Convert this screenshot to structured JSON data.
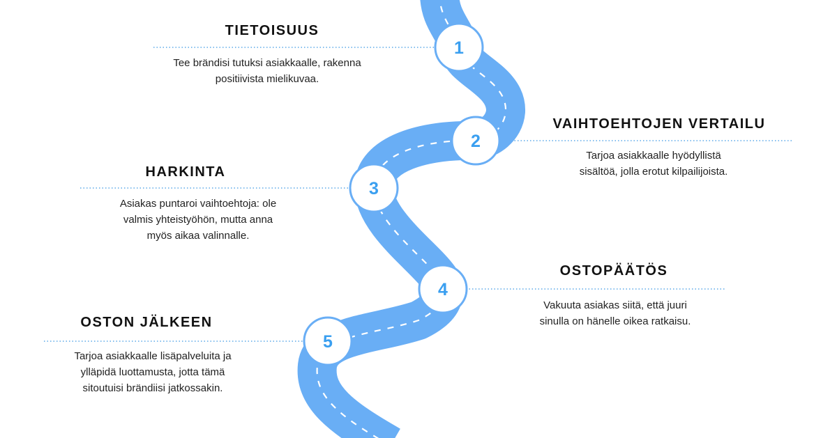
{
  "colors": {
    "road": "#69aef5",
    "road_dash": "#ffffff",
    "marker_fill": "#ffffff",
    "marker_stroke": "#69aef5",
    "marker_number": "#3a9ff0",
    "dotted_line": "#5aa8e8",
    "title": "#111111",
    "text": "#222222"
  },
  "stages": [
    {
      "number": "1",
      "title": "TIETOISUUS",
      "description_lines": [
        "Tee brändisi tutuksi asiakkaalle, rakenna",
        "positiivista mielikuvaa."
      ]
    },
    {
      "number": "2",
      "title": "VAIHTOEHTOJEN VERTAILU",
      "description_lines": [
        "Tarjoa asiakkaalle hyödyllistä",
        "sisältöä, jolla erotut kilpailijoista."
      ]
    },
    {
      "number": "3",
      "title": "HARKINTA",
      "description_lines": [
        "Asiakas puntaroi vaihtoehtoja: ole",
        "valmis yhteistyöhön, mutta anna",
        "myös aikaa valinnalle."
      ]
    },
    {
      "number": "4",
      "title": "OSTOPÄÄTÖS",
      "description_lines": [
        "Vakuuta asiakas siitä, että juuri",
        "sinulla on hänelle oikea ratkaisu."
      ]
    },
    {
      "number": "5",
      "title": "OSTON JÄLKEEN",
      "description_lines": [
        "Tarjoa asiakkaalle lisäpalveluita ja",
        "ylläpidä luottamusta, jotta tämä",
        "sitoutuisi brändiisi jatkossakin."
      ]
    }
  ]
}
